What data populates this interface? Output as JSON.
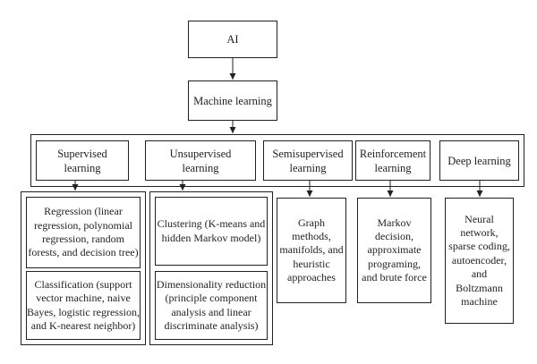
{
  "diagram": {
    "ai": "AI",
    "machine_learning": "Machine learning",
    "categories": {
      "supervised": "Supervised learning",
      "unsupervised": "Unsupervised learning",
      "semisupervised": "Semisupervised learning",
      "reinforcement": "Reinforcement learning",
      "deep": "Deep learning"
    },
    "details": {
      "regression": "Regression (linear regression, polynomial regression, random forests, and decision tree)",
      "classification": "Classification (support vector machine, naive Bayes, logistic regression, and K-nearest neighbor)",
      "clustering": "Clustering (K-means and hidden Markov model)",
      "dimensionality": "Dimensionality reduction (principle component analysis and linear discriminate analysis)",
      "semisupervised_methods": "Graph methods, manifolds, and heuristic approaches",
      "reinforcement_methods": "Markov decision, approximate programing, and brute force",
      "deep_methods": "Neural network, sparse coding, autoencoder, and Boltzmann machine"
    }
  }
}
